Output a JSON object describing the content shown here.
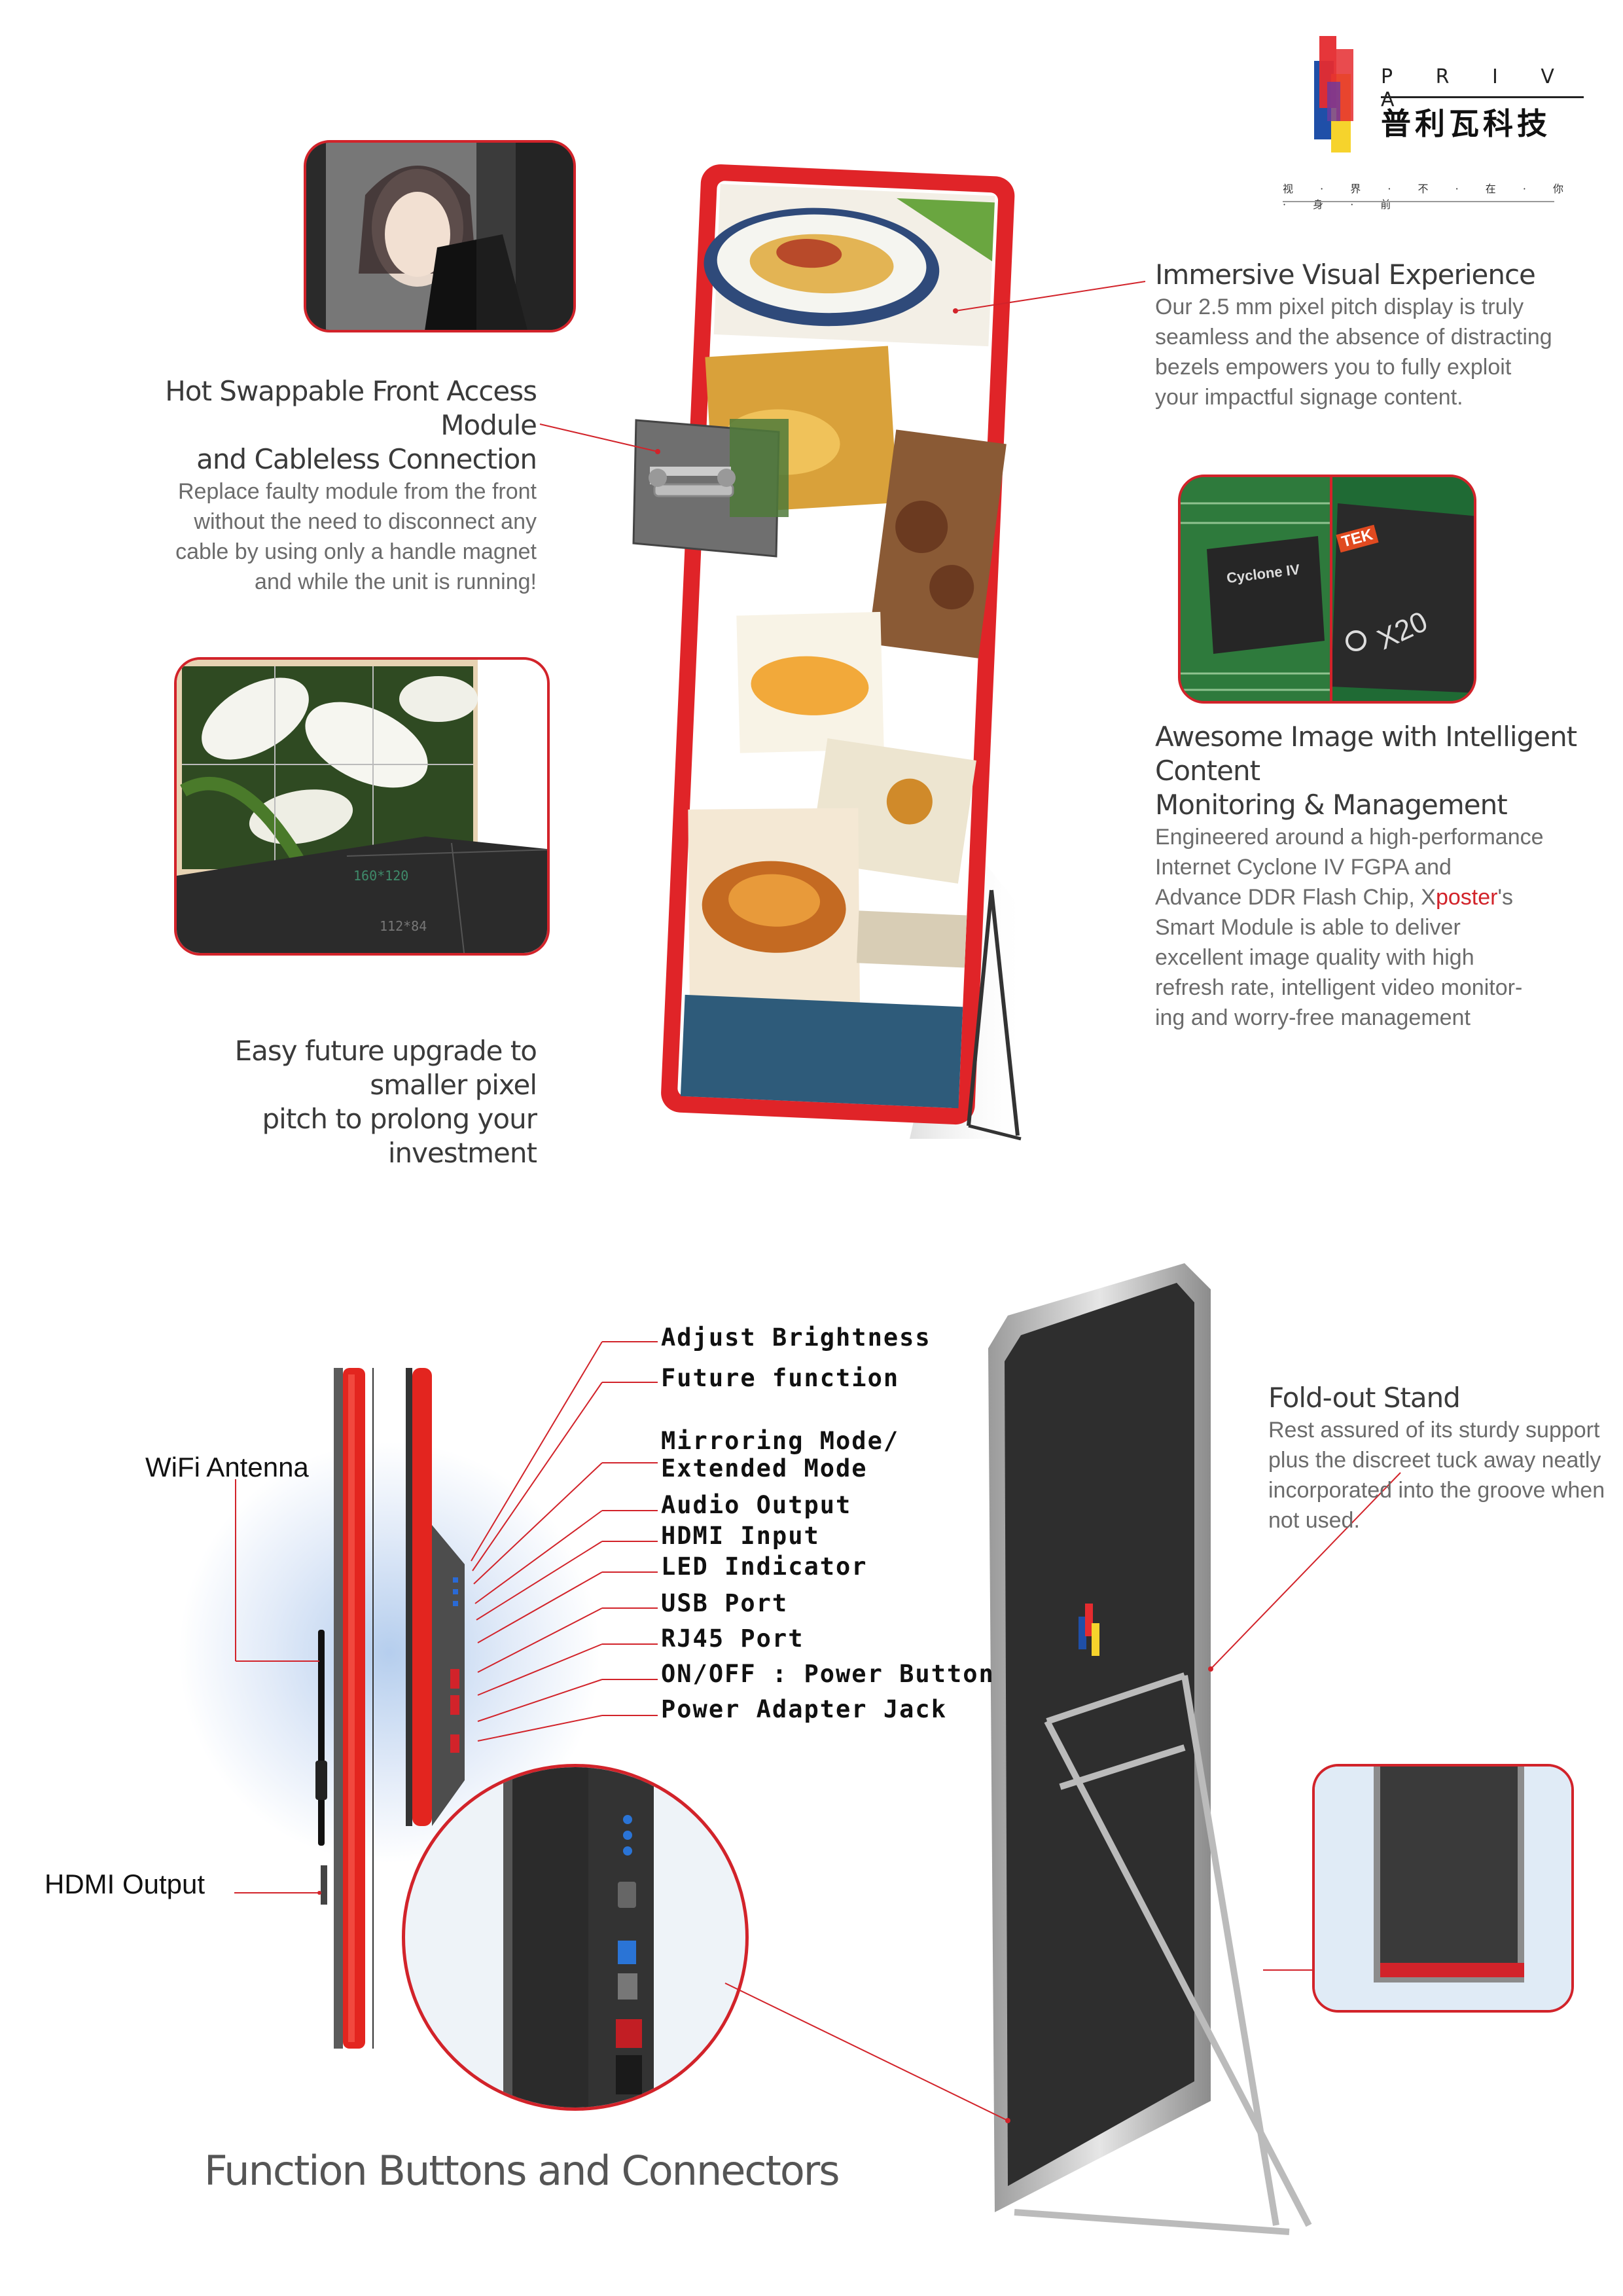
{
  "brand": {
    "latin": "P R I V A",
    "chinese": "普利瓦科技",
    "slogan": "视 · 界 · 不 · 在 · 你 · 身 · 前",
    "colors": {
      "red": "#e52b2f",
      "blue": "#1f4fa8",
      "yellow": "#f6d32c",
      "purple": "#6b3aa0"
    }
  },
  "features": {
    "immersive": {
      "title": "Immersive Visual Experience",
      "lines": [
        "Our 2.5 mm pixel pitch display is truly",
        "seamless and the absence of distracting",
        "bezels empowers you to fully exploit",
        "your impactful signage content."
      ]
    },
    "hotswap": {
      "title_lines": [
        "Hot Swappable Front Access Module",
        "and Cableless Connection"
      ],
      "lines": [
        "Replace faulty module from the front",
        "without the need to disconnect any",
        "cable by using only a handle magnet",
        "and while the unit is running!"
      ]
    },
    "awesome": {
      "title_lines": [
        "Awesome Image with Intelligent Content",
        "Monitoring & Management"
      ],
      "lines_before": [
        "Engineered around a high-performance",
        "Internet Cyclone IV FGPA and"
      ],
      "line_mixed": {
        "pre": "Advance DDR Flash Chip, X",
        "highlight": "poster",
        "post": "'s"
      },
      "lines_after": [
        "Smart Module is able to deliver",
        "excellent image quality with high",
        "refresh rate, intelligent video monitor-",
        "ing and worry-free management"
      ]
    },
    "upgrade": {
      "title_lines": [
        "Easy future upgrade to smaller pixel",
        "pitch to prolong your investment"
      ]
    },
    "foldout": {
      "title": "Fold-out Stand",
      "lines": [
        "Rest assured of its sturdy support",
        "plus the discreet tuck away neatly",
        "incorporated into the groove when",
        "not used."
      ]
    }
  },
  "images": {
    "module_labels": [
      "160*120",
      "112*84"
    ],
    "chip_labels": [
      "Cyclone IV",
      "X20",
      "TEK"
    ]
  },
  "connectors": {
    "items": [
      "Adjust Brightness",
      "Future function",
      "Mirroring Mode/",
      "Extended Mode",
      "Audio Output",
      "HDMI Input",
      "LED Indicator",
      "USB Port",
      "RJ45 Port",
      "ON/OFF : Power Button",
      "Power Adapter Jack"
    ],
    "wifi": "WiFi Antenna",
    "hdmi_out": "HDMI Output",
    "section_title": "Function Buttons and Connectors"
  }
}
